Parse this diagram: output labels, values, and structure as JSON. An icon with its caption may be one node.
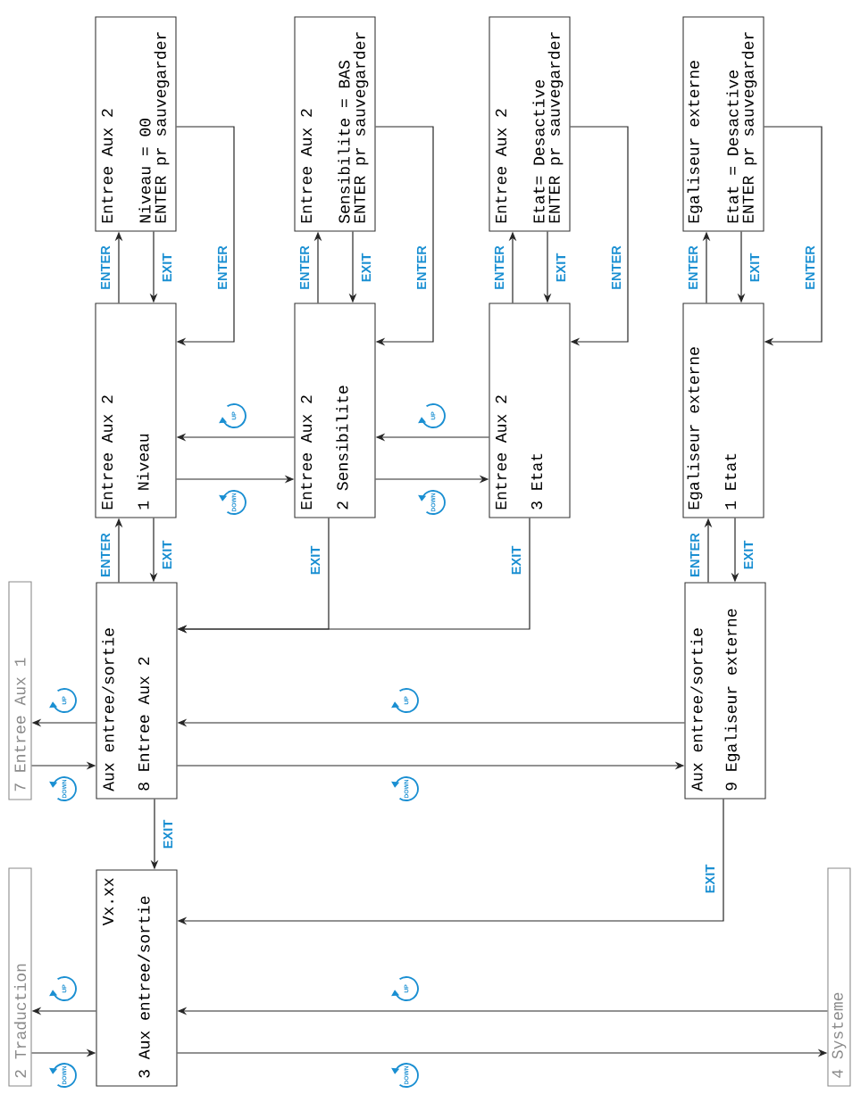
{
  "diagram": {
    "nodes": [
      {
        "text": [
          "Entree Aux 2",
          "Niveau = 00",
          "ENTER pr sauvegarder"
        ]
      },
      {
        "text": [
          "Entree Aux 2",
          "1 Niveau"
        ]
      },
      {
        "text": [
          "Entree Aux 2",
          "Sensibilite = BAS",
          "ENTER pr sauvegarder"
        ]
      },
      {
        "text": [
          "Entree Aux 2",
          "2 Sensibilite"
        ]
      },
      {
        "text": [
          "Entree Aux 2",
          "Etat= Desactive",
          "ENTER pr sauvegarder"
        ]
      },
      {
        "text": [
          "Entree Aux 2",
          "3 Etat"
        ]
      },
      {
        "text": [
          "Egaliseur externe",
          "Etat = Desactive",
          "ENTER pr sauvegarder"
        ]
      },
      {
        "text": [
          "Egaliseur externe",
          "1 Etat"
        ]
      },
      {
        "text": [
          "7 Entree Aux 1"
        ]
      },
      {
        "text": [
          "Aux entree/sortie",
          "8 Entree Aux 2"
        ]
      },
      {
        "text": [
          "Aux entree/sortie",
          "9 Egaliseur externe"
        ]
      },
      {
        "text": [
          "2 Traduction"
        ]
      },
      {
        "text": [
          "Vx.xx",
          "3 Aux entree/sortie"
        ]
      },
      {
        "text": [
          "4 Systeme"
        ]
      }
    ],
    "edges": [
      {
        "from": 1,
        "to": 0,
        "arrow": "to",
        "label": "ENTER"
      },
      {
        "from": 0,
        "to": 1,
        "arrow": "to",
        "label": "EXIT"
      },
      {
        "from": 0,
        "to": 1,
        "arrow": "to",
        "label": "ENTER"
      },
      {
        "from": 3,
        "to": 2,
        "arrow": "to",
        "label": "ENTER"
      },
      {
        "from": 2,
        "to": 3,
        "arrow": "to",
        "label": "EXIT"
      },
      {
        "from": 2,
        "to": 3,
        "arrow": "to",
        "label": "ENTER"
      },
      {
        "from": 5,
        "to": 4,
        "arrow": "to",
        "label": "ENTER"
      },
      {
        "from": 4,
        "to": 5,
        "arrow": "to",
        "label": "EXIT"
      },
      {
        "from": 4,
        "to": 5,
        "arrow": "to",
        "label": "ENTER"
      },
      {
        "from": 7,
        "to": 6,
        "arrow": "to",
        "label": "ENTER"
      },
      {
        "from": 6,
        "to": 7,
        "arrow": "to",
        "label": "EXIT"
      },
      {
        "from": 6,
        "to": 7,
        "arrow": "to",
        "label": "ENTER"
      },
      {
        "from": 3,
        "to": 1,
        "arrow": "to",
        "label": "UP"
      },
      {
        "from": 1,
        "to": 3,
        "arrow": "to",
        "label": "DOWN"
      },
      {
        "from": 5,
        "to": 3,
        "arrow": "to",
        "label": "UP"
      },
      {
        "from": 3,
        "to": 5,
        "arrow": "to",
        "label": "DOWN"
      },
      {
        "from": 9,
        "to": 1,
        "arrow": "to",
        "label": "ENTER"
      },
      {
        "from": 1,
        "to": 9,
        "arrow": "to",
        "label": "EXIT"
      },
      {
        "from": 3,
        "to": 9,
        "arrow": "to",
        "label": "EXIT"
      },
      {
        "from": 5,
        "to": 9,
        "arrow": "to",
        "label": "EXIT"
      },
      {
        "from": 10,
        "to": 7,
        "arrow": "to",
        "label": "ENTER"
      },
      {
        "from": 7,
        "to": 10,
        "arrow": "to",
        "label": "EXIT"
      },
      {
        "from": 10,
        "to": 9,
        "arrow": "to",
        "label": "UP"
      },
      {
        "from": 9,
        "to": 10,
        "arrow": "to",
        "label": "DOWN"
      },
      {
        "from": 9,
        "to": 8,
        "arrow": "to",
        "label": "UP"
      },
      {
        "from": 8,
        "to": 9,
        "arrow": "to",
        "label": "DOWN"
      },
      {
        "from": 9,
        "to": 12,
        "arrow": "to",
        "label": "EXIT"
      },
      {
        "from": 10,
        "to": 12,
        "arrow": "to",
        "label": "EXIT"
      },
      {
        "from": 12,
        "to": 11,
        "arrow": "to",
        "label": "UP"
      },
      {
        "from": 11,
        "to": 12,
        "arrow": "to",
        "label": "DOWN"
      },
      {
        "from": 13,
        "to": 12,
        "arrow": "to",
        "label": "UP"
      },
      {
        "from": 12,
        "to": 13,
        "arrow": "to",
        "label": "DOWN"
      }
    ]
  }
}
